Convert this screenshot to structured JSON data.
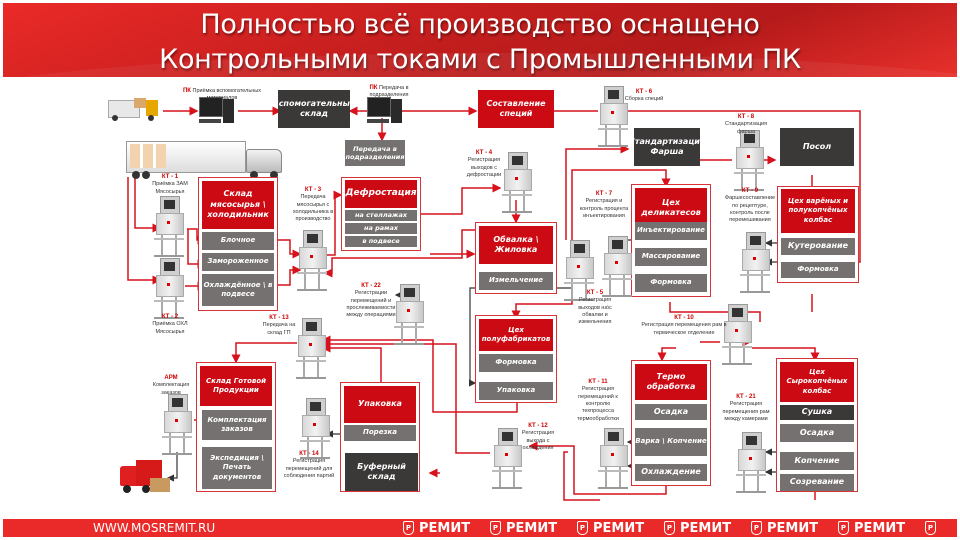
{
  "header": {
    "title_line1": "Полностью всё производство оснащено",
    "title_line2": "Контрольными токами с Промышленными ПК"
  },
  "footer": {
    "url": "WWW.MOSREMIT.RU",
    "brand": "РЕМИТ",
    "shield_letter": "Р"
  },
  "colors": {
    "accent_red": "#cc0a14",
    "header_red": "#ea2a28",
    "dark_box": "#3b3838",
    "grey_box": "#767171",
    "line_red": "#d7121c"
  },
  "labels": {
    "pk1_tag": "ПК",
    "pk1_text": "Приёмка вспомогательных материалов",
    "pk2_tag": "ПК",
    "pk2_text": "Передача в подразделения",
    "kt1_tag": "КТ - 1",
    "kt1_text": "Приёмка ЗАМ Мясосырья",
    "kt2_tag": "КТ - 2",
    "kt2_text": "Приёмка ОХЛ Мясосырья",
    "kt3_tag": "КТ - 3",
    "kt3_text": "Передача мясосырья с холодильника в производство",
    "kt4_tag": "КТ - 4",
    "kt4_text": "Регистрация выходов с дефростации",
    "kt5_tag": "КТ - 5",
    "kt5_text": "Регистрация выходов на\\с обвалки и измельчения",
    "kt6_tag": "КТ - 6",
    "kt6_text": "Сборка специй",
    "kt7_tag": "КТ - 7",
    "kt7_text": "Регистрация и контроль процента инъектирования",
    "kt8_tag": "КТ - 8",
    "kt8_text": "Стандартизация фарша",
    "kt9_tag": "КТ - 9",
    "kt9_text": "Фаршесоставление по рецептуре, контроль после перемешивания",
    "kt10_tag": "КТ - 10",
    "kt10_text": "Регистрация перемещения рам в термическое отделение",
    "kt11_tag": "КТ - 11",
    "kt11_text": "Регистрация перемещений к контролю техпроцесса термообработки",
    "kt12_tag": "КТ - 12",
    "kt12_text": "Регистрация выхода с охлаждения",
    "kt13_tag": "КТ - 13",
    "kt13_text": "Передача на склад ГП",
    "kt14_tag": "КТ - 14",
    "kt14_text": "Регистрация перемещений для соблюдения партий",
    "kt21_tag": "КТ - 21",
    "kt21_text": "Регистрация перемещения рам между камерами",
    "kt22_tag": "КТ - 22",
    "kt22_text": "Регистрации перемещений и прослеживаемости между операциями",
    "arm_tag": "АРМ",
    "arm_text": "Комплектация заказов"
  },
  "boxes": {
    "aux_warehouse": "Вспомогательный склад",
    "spice_composition": "Составление специй",
    "transfer_units": "Передача в подразделения",
    "standardization": "Стандартизация Фарша",
    "brine": "Посол",
    "meat_warehouse": "Склад мясосырья \\ холодильник",
    "block": "Блочное",
    "frozen": "Замороженное",
    "chilled": "Охлаждённое \\ в подвесе",
    "defrost": "Дефростация",
    "on_racks": "на стеллажах",
    "on_frames": "на рамах",
    "hanging": "в подвесе",
    "deboning": "Обвалка \\ Жиловка",
    "grinding": "Измельчение",
    "delicacies": "Цех деликатесов",
    "injection": "Инъектирование",
    "massaging": "Массирование",
    "forming_del": "Формовка",
    "boiled_shop": "Цех варёных и полукопчёных колбас",
    "cutting": "Кутерование",
    "forming_boiled": "Формовка",
    "semi_products": "Цех полуфабрикатов",
    "forming_semi": "Формовка",
    "packing_semi": "Упаковка",
    "thermo": "Термо обработка",
    "settling_thermo": "Осадка",
    "cooking_smoking": "Варка \\ Копчение",
    "cooling": "Охлаждение",
    "raw_smoked_shop": "Цех Сырокопчёных колбас",
    "drying": "Сушка",
    "settling_raw": "Осадка",
    "smoking": "Копчение",
    "ripening": "Созревание",
    "finished_goods": "Склад Готовой Продукции",
    "order_picking": "Комплектация заказов",
    "dispatch": "Экспедиция \\ Печать документов",
    "packing": "Упаковка",
    "slicing": "Порезка",
    "buffer_warehouse": "Буферный склад"
  }
}
